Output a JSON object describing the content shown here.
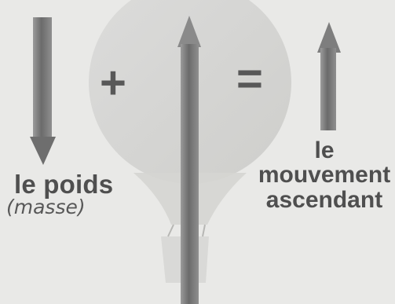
{
  "diagram": {
    "symbols": {
      "plus": "+",
      "equals": "="
    },
    "labels": {
      "weight": "le poids",
      "mass": "(masse)",
      "lift_line_1": "le",
      "lift_line_2": "mouvement",
      "lift_line_3": "ascendant"
    },
    "colors": {
      "background": "#e9e9e7",
      "balloon": "#d3d3d1",
      "arrow": "#6f6f6f",
      "text": "#4f4f4f"
    }
  }
}
